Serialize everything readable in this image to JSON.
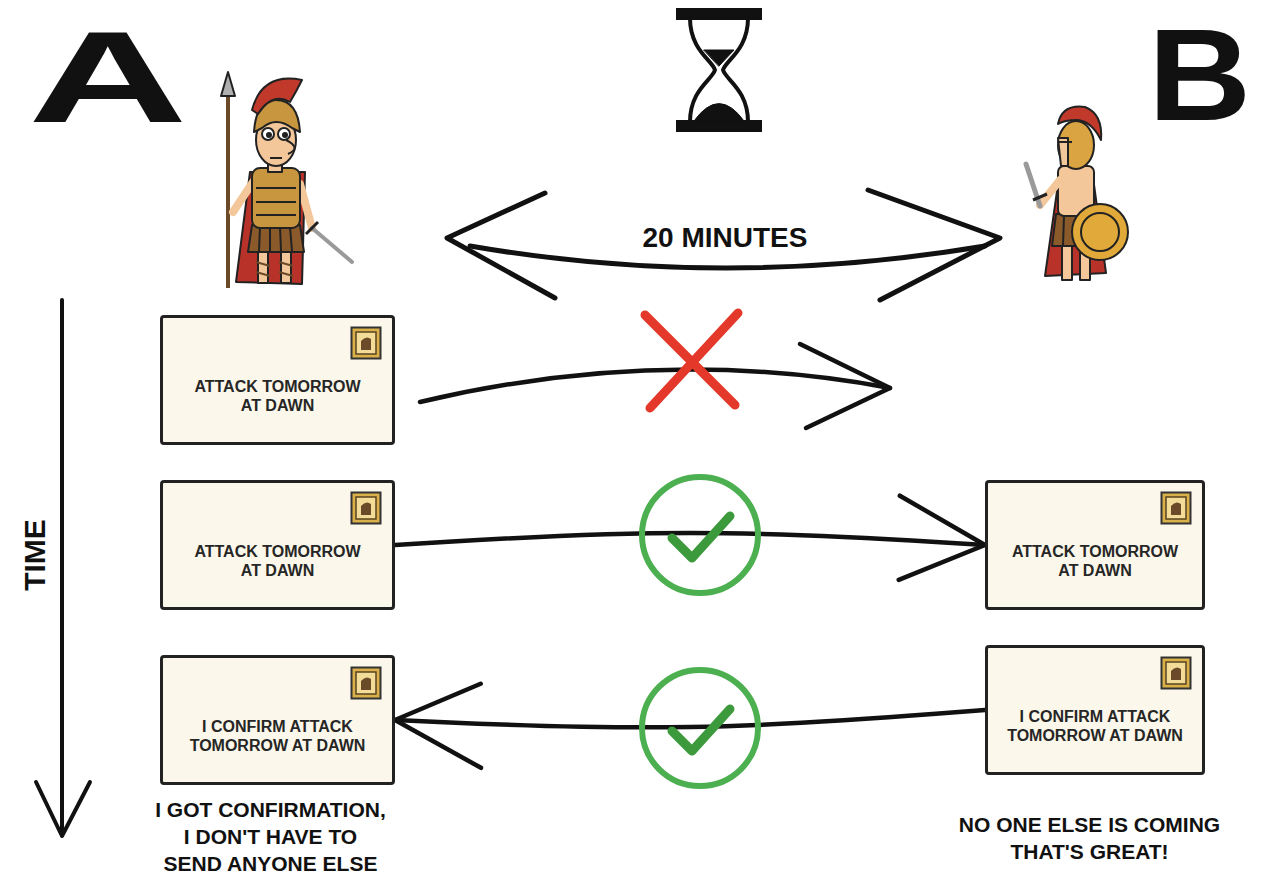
{
  "diagram": {
    "nodes": [
      {
        "text": [
          "ATTACK TOMORROW AT DAWN"
        ]
      },
      {
        "text": [
          "ATTACK TOMORROW AT DAWN"
        ]
      },
      {
        "text": [
          "ATTACK TOMORROW AT DAWN"
        ]
      },
      {
        "text": [
          "I CONFIRM ATTACK TOMORROW AT DAWN"
        ]
      },
      {
        "text": [
          "I CONFIRM ATTACK TOMORROW AT DAWN"
        ]
      }
    ],
    "edges": [
      {
        "from": 1,
        "to": 2,
        "arrow": "to"
      },
      {
        "from": 4,
        "to": 3,
        "arrow": "to"
      }
    ],
    "labels": [
      "A",
      "B",
      "20 MINUTES",
      "TIME",
      "I GOT CONFIRMATION, I DON'T HAVE TO SEND ANYONE ELSE",
      "NO ONE ELSE IS COMING THAT'S GREAT!"
    ]
  }
}
